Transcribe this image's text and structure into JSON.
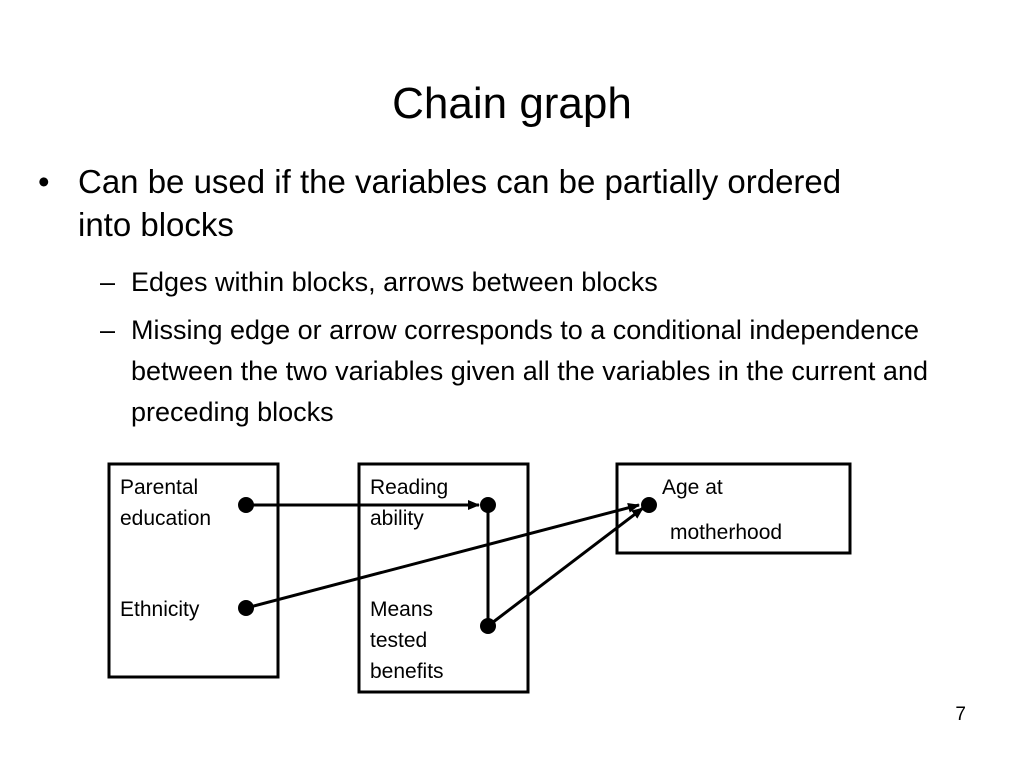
{
  "slide": {
    "title": "Chain graph",
    "bullet": "Can be used if the variables can be partially ordered into blocks",
    "sub_bullets": [
      "Edges within blocks, arrows between blocks",
      "Missing edge or arrow corresponds to a conditional independence between the two variables given all the variables in the current and preceding blocks"
    ],
    "page_number": "7"
  },
  "diagram": {
    "nodes": {
      "parental_education": [
        "Parental",
        "education"
      ],
      "ethnicity": [
        "Ethnicity"
      ],
      "reading_ability": [
        "Reading",
        "ability"
      ],
      "means_tested_benefits": [
        "Means",
        "tested",
        "benefits"
      ],
      "age_at_motherhood": [
        "Age at",
        "motherhood"
      ]
    }
  }
}
